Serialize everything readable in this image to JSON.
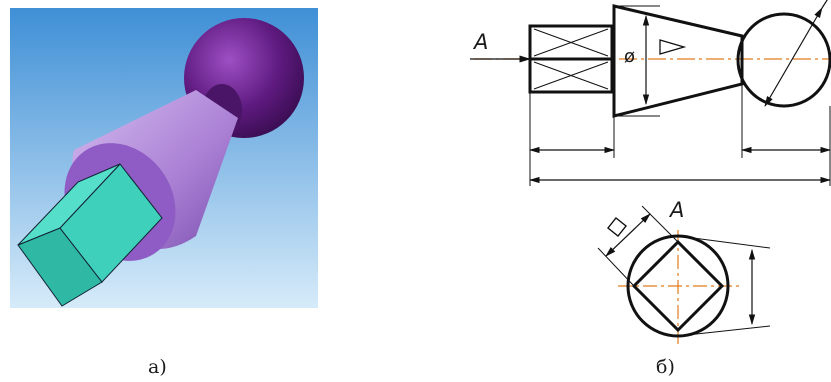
{
  "captions": {
    "left": "а)",
    "right": "б)"
  },
  "labels": {
    "view_letter": "A",
    "section_letter": "A",
    "diameter_symbol": "ø"
  },
  "colors": {
    "sky_top": "#3f8fd6",
    "sky_bottom": "#cfe6f8",
    "sphere": "#6a1f8a",
    "cone": "#b48ad8",
    "cube": "#35c2ad",
    "centerline": "#e07a1e",
    "ink": "#111111"
  }
}
